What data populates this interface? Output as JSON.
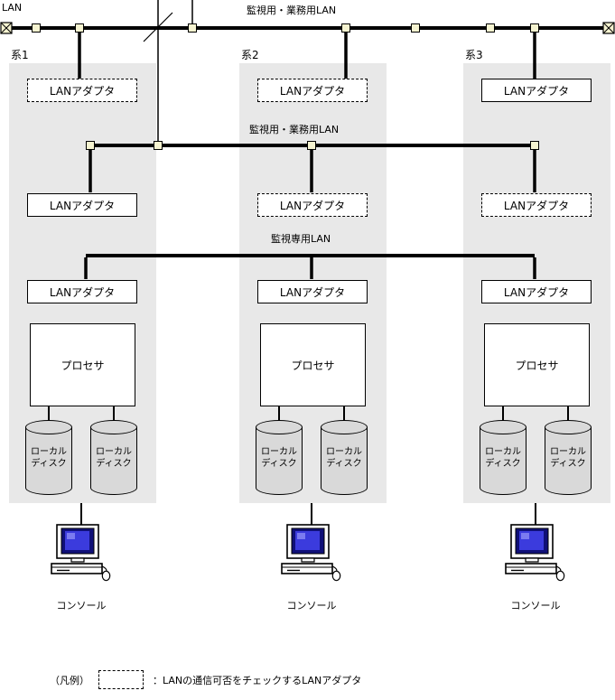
{
  "diagram": {
    "lan_label": "LAN",
    "top_bus_label": "監視用・業務用LAN",
    "mid_bus_label": "監視用・業務用LAN",
    "monitor_bus_label": "監視専用LAN",
    "systems": [
      {
        "name": "系1",
        "adapters": [
          {
            "label": "LANアダプタ",
            "style": "dashed"
          },
          {
            "label": "LANアダプタ",
            "style": "solid"
          },
          {
            "label": "LANアダプタ",
            "style": "solid"
          }
        ],
        "processor": "プロセサ",
        "disks": [
          {
            "line1": "ローカル",
            "line2": "ディスク"
          },
          {
            "line1": "ローカル",
            "line2": "ディスク"
          }
        ],
        "console": "コンソール"
      },
      {
        "name": "系2",
        "adapters": [
          {
            "label": "LANアダプタ",
            "style": "dashed"
          },
          {
            "label": "LANアダプタ",
            "style": "dashed"
          },
          {
            "label": "LANアダプタ",
            "style": "solid"
          }
        ],
        "processor": "プロセサ",
        "disks": [
          {
            "line1": "ローカル",
            "line2": "ディスク"
          },
          {
            "line1": "ローカル",
            "line2": "ディスク"
          }
        ],
        "console": "コンソール"
      },
      {
        "name": "系3",
        "adapters": [
          {
            "label": "LANアダプタ",
            "style": "solid"
          },
          {
            "label": "LANアダプタ",
            "style": "dashed"
          },
          {
            "label": "LANアダプタ",
            "style": "solid"
          }
        ],
        "processor": "プロセサ",
        "disks": [
          {
            "line1": "ローカル",
            "line2": "ディスク"
          },
          {
            "line1": "ローカル",
            "line2": "ディスク"
          }
        ],
        "console": "コンソール"
      }
    ],
    "legend": {
      "prefix": "（凡例）",
      "description": "：LANの通信可否をチェックするLANアダプタ"
    },
    "colors": {
      "bus": "#000000",
      "bus_tap_fill": "#f5f3d0",
      "system_box_fill": "#e8e8e8",
      "disk_fill": "#d9d9d9",
      "console_screen": "#3b3bdd",
      "console_screen_dark": "#101078"
    }
  }
}
